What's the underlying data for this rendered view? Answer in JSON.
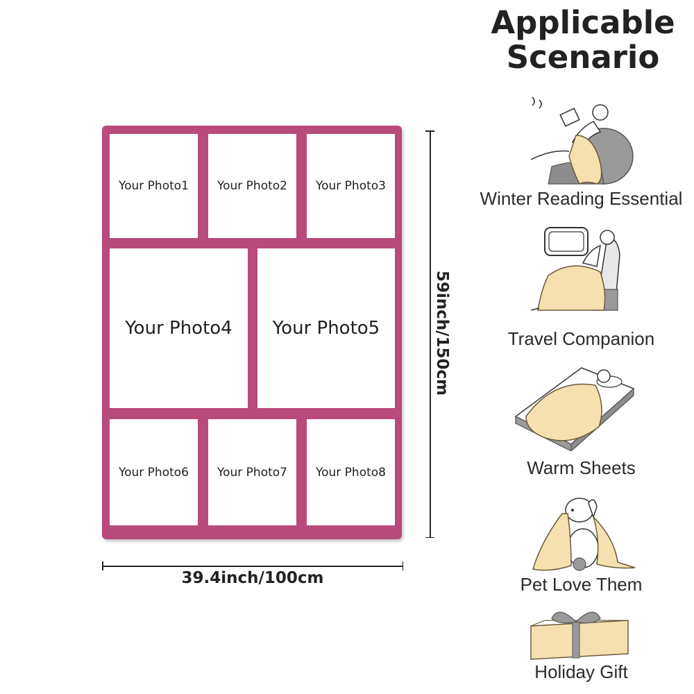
{
  "title": {
    "line1": "Applicable",
    "line2": "Scenario"
  },
  "blanket": {
    "border_color": "#b84a7c",
    "photos": [
      "Your Photo1",
      "Your Photo2",
      "Your Photo3",
      "Your Photo4",
      "Your Photo5",
      "Your Photo6",
      "Your Photo7",
      "Your Photo8"
    ]
  },
  "dimensions": {
    "width": "39.4inch/100cm",
    "height": "59inch/150cm"
  },
  "scenarios": [
    {
      "label": "Winter Reading Essential",
      "icon": "reading-in-chair-icon"
    },
    {
      "label": "Travel Companion",
      "icon": "airplane-seat-icon"
    },
    {
      "label": "Warm Sheets",
      "icon": "bed-sleeping-icon"
    },
    {
      "label": "Pet Love Them",
      "icon": "dog-with-blanket-icon"
    },
    {
      "label": "Holiday Gift",
      "icon": "gift-box-icon"
    }
  ],
  "colors": {
    "blanket_fill": "#f5e0b0",
    "blanket_outline": "#6b5a3a",
    "seat_gray": "#9a9a9a"
  }
}
